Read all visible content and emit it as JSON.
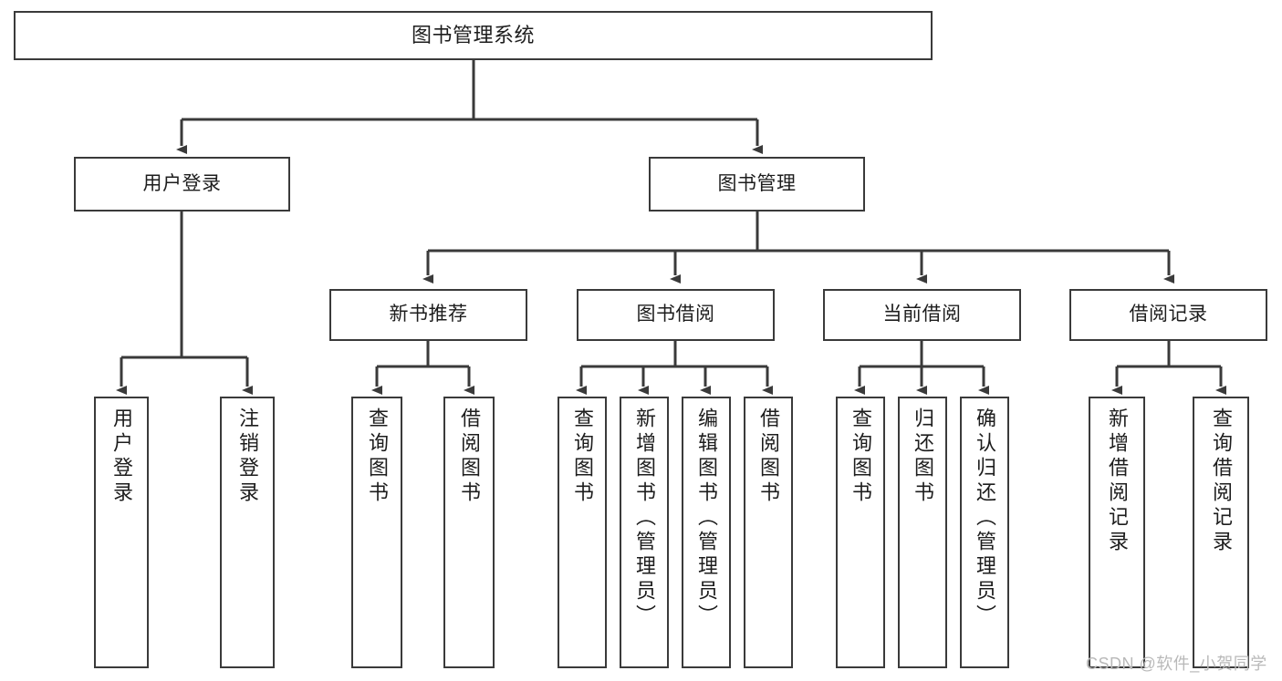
{
  "diagram": {
    "type": "hierarchy-tree",
    "title": "图书管理系统",
    "background_color": "#ffffff",
    "line_color": "#3a3a3a",
    "box_border_color": "#3a3a3a",
    "text_color": "#1d1d1d"
  },
  "nodes": {
    "root": {
      "label": "图书管理系统"
    },
    "level2": [
      {
        "label": "用户登录"
      },
      {
        "label": "图书管理"
      }
    ],
    "level3": [
      {
        "label": "新书推荐"
      },
      {
        "label": "图书借阅"
      },
      {
        "label": "当前借阅"
      },
      {
        "label": "借阅记录"
      }
    ],
    "leaves": {
      "user_login": [
        {
          "label": "用户登录"
        },
        {
          "label": "注销登录"
        }
      ],
      "new_book_recommend": [
        {
          "label": "查询图书"
        },
        {
          "label": "借阅图书"
        }
      ],
      "book_borrow": [
        {
          "label": "查询图书"
        },
        {
          "label": "新增图书（管理员）"
        },
        {
          "label": "编辑图书（管理员）"
        },
        {
          "label": "借阅图书"
        }
      ],
      "current_borrow": [
        {
          "label": "查询图书"
        },
        {
          "label": "归还图书"
        },
        {
          "label": "确认归还（管理员）"
        }
      ],
      "borrow_record": [
        {
          "label": "新增借阅记录"
        },
        {
          "label": "查询借阅记录"
        }
      ]
    }
  },
  "watermark": {
    "text": "CSDN @软件_小贺同学"
  }
}
